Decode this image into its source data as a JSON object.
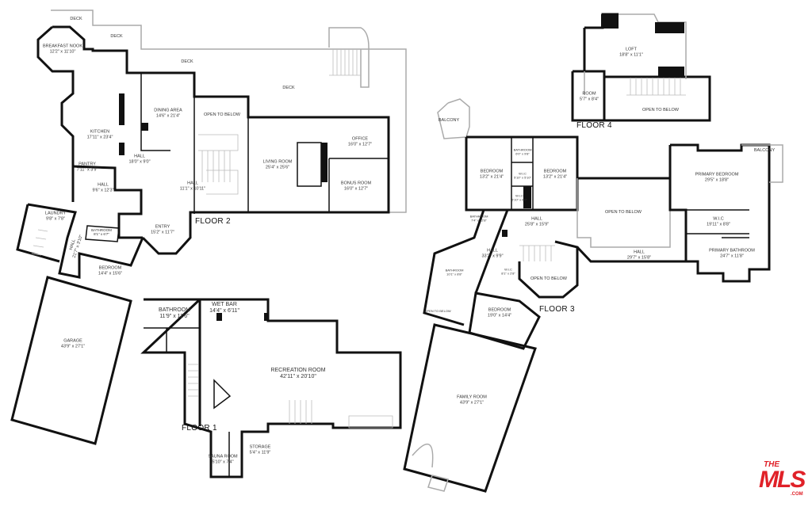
{
  "floor_2": {
    "label": "FLOOR 2",
    "decks": [
      "DECK",
      "DECK",
      "DECK",
      "DECK"
    ],
    "rooms": [
      {
        "name": "BREAKFAST NOOK",
        "dims": "12'2\" x 11'10\""
      },
      {
        "name": "KITCHEN",
        "dims": "17'11\" x 23'4\""
      },
      {
        "name": "DINING AREA",
        "dims": "14'6\" x 21'4\""
      },
      {
        "name": "OPEN TO BELOW",
        "dims": ""
      },
      {
        "name": "HALL",
        "dims": "18'0\" x 9'0\""
      },
      {
        "name": "PANTRY",
        "dims": "7'11\" x 3'9\""
      },
      {
        "name": "HALL",
        "dims": "9'6\" x 12'3\""
      },
      {
        "name": "HALL",
        "dims": "11'1\" x 10'11\""
      },
      {
        "name": "LIVING ROOM",
        "dims": "25'4\" x 25'6\""
      },
      {
        "name": "OFFICE",
        "dims": "16'0\" x 12'7\""
      },
      {
        "name": "BONUS ROOM",
        "dims": "16'0\" x 12'7\""
      },
      {
        "name": "ENTRY",
        "dims": "15'2\" x 11'7\""
      },
      {
        "name": "LAUNDRY",
        "dims": "9'8\" x 7'8\""
      },
      {
        "name": "BATHROOM",
        "dims": "8'1\" x 6'7\""
      },
      {
        "name": "HALL",
        "dims": "21'7\" x 3'10\""
      },
      {
        "name": "BEDROOM",
        "dims": "14'4\" x 15'6\""
      },
      {
        "name": "GARAGE",
        "dims": "43'9\" x 27'1\""
      }
    ]
  },
  "floor_1": {
    "label": "FLOOR 1",
    "rooms": [
      {
        "name": "BATHROOM",
        "dims": "11'9\" x 11'6\""
      },
      {
        "name": "WET BAR",
        "dims": "14'4\" x 6'11\""
      },
      {
        "name": "RECREATION ROOM",
        "dims": "42'11\" x 20'10\""
      },
      {
        "name": "SAUNA ROOM",
        "dims": "5'10\" x 7'4\""
      },
      {
        "name": "STORAGE",
        "dims": "5'4\" x 11'9\""
      }
    ]
  },
  "floor_3": {
    "label": "FLOOR 3",
    "rooms": [
      {
        "name": "BALCONY",
        "dims": ""
      },
      {
        "name": "BEDROOM",
        "dims": "13'2\" x 21'4\""
      },
      {
        "name": "BATHROOM",
        "dims": "6'0\" x 9'8\""
      },
      {
        "name": "W.I.C",
        "dims": "5'10\" x 5'10\""
      },
      {
        "name": "W.I.C",
        "dims": "5'10\" x 6'0\""
      },
      {
        "name": "BEDROOM",
        "dims": "13'2\" x 21'4\""
      },
      {
        "name": "HALL",
        "dims": "25'8\" x 15'9\""
      },
      {
        "name": "OPEN TO BELOW",
        "dims": ""
      },
      {
        "name": "HALL",
        "dims": "29'7\" x 15'8\""
      },
      {
        "name": "PRIMARY BEDROOM",
        "dims": "29'5\" x 18'8\""
      },
      {
        "name": "BALCONY",
        "dims": ""
      },
      {
        "name": "W.I.C",
        "dims": "19'11\" x 8'8\""
      },
      {
        "name": "PRIMARY BATHROOM",
        "dims": "24'7\" x 11'8\""
      },
      {
        "name": "BATHROOM",
        "dims": "7'4\" x 12'8\""
      },
      {
        "name": "HALL",
        "dims": "33'2\" x 9'9\""
      },
      {
        "name": "BATHROOM",
        "dims": "10'1\" x 8'8\""
      },
      {
        "name": "W.I.C",
        "dims": "8'1\" x 2'8\""
      },
      {
        "name": "OPEN TO BELOW",
        "dims": ""
      },
      {
        "name": "OPEN TO BELOW",
        "dims": ""
      },
      {
        "name": "BEDROOM",
        "dims": "19'0\" x 14'4\""
      },
      {
        "name": "FAMILY ROOM",
        "dims": "43'9\" x 27'1\""
      }
    ]
  },
  "floor_4": {
    "label": "FLOOR 4",
    "rooms": [
      {
        "name": "LOFT",
        "dims": "18'8\" x 11'1\""
      },
      {
        "name": "ROOM",
        "dims": "5'7\" x 8'4\""
      },
      {
        "name": "OPEN TO BELOW",
        "dims": ""
      }
    ]
  },
  "logo": {
    "brand": "THE MLS .COM",
    "the": "THE",
    "mls": "MLS",
    "com": ".COM",
    "color": "#e02128"
  }
}
